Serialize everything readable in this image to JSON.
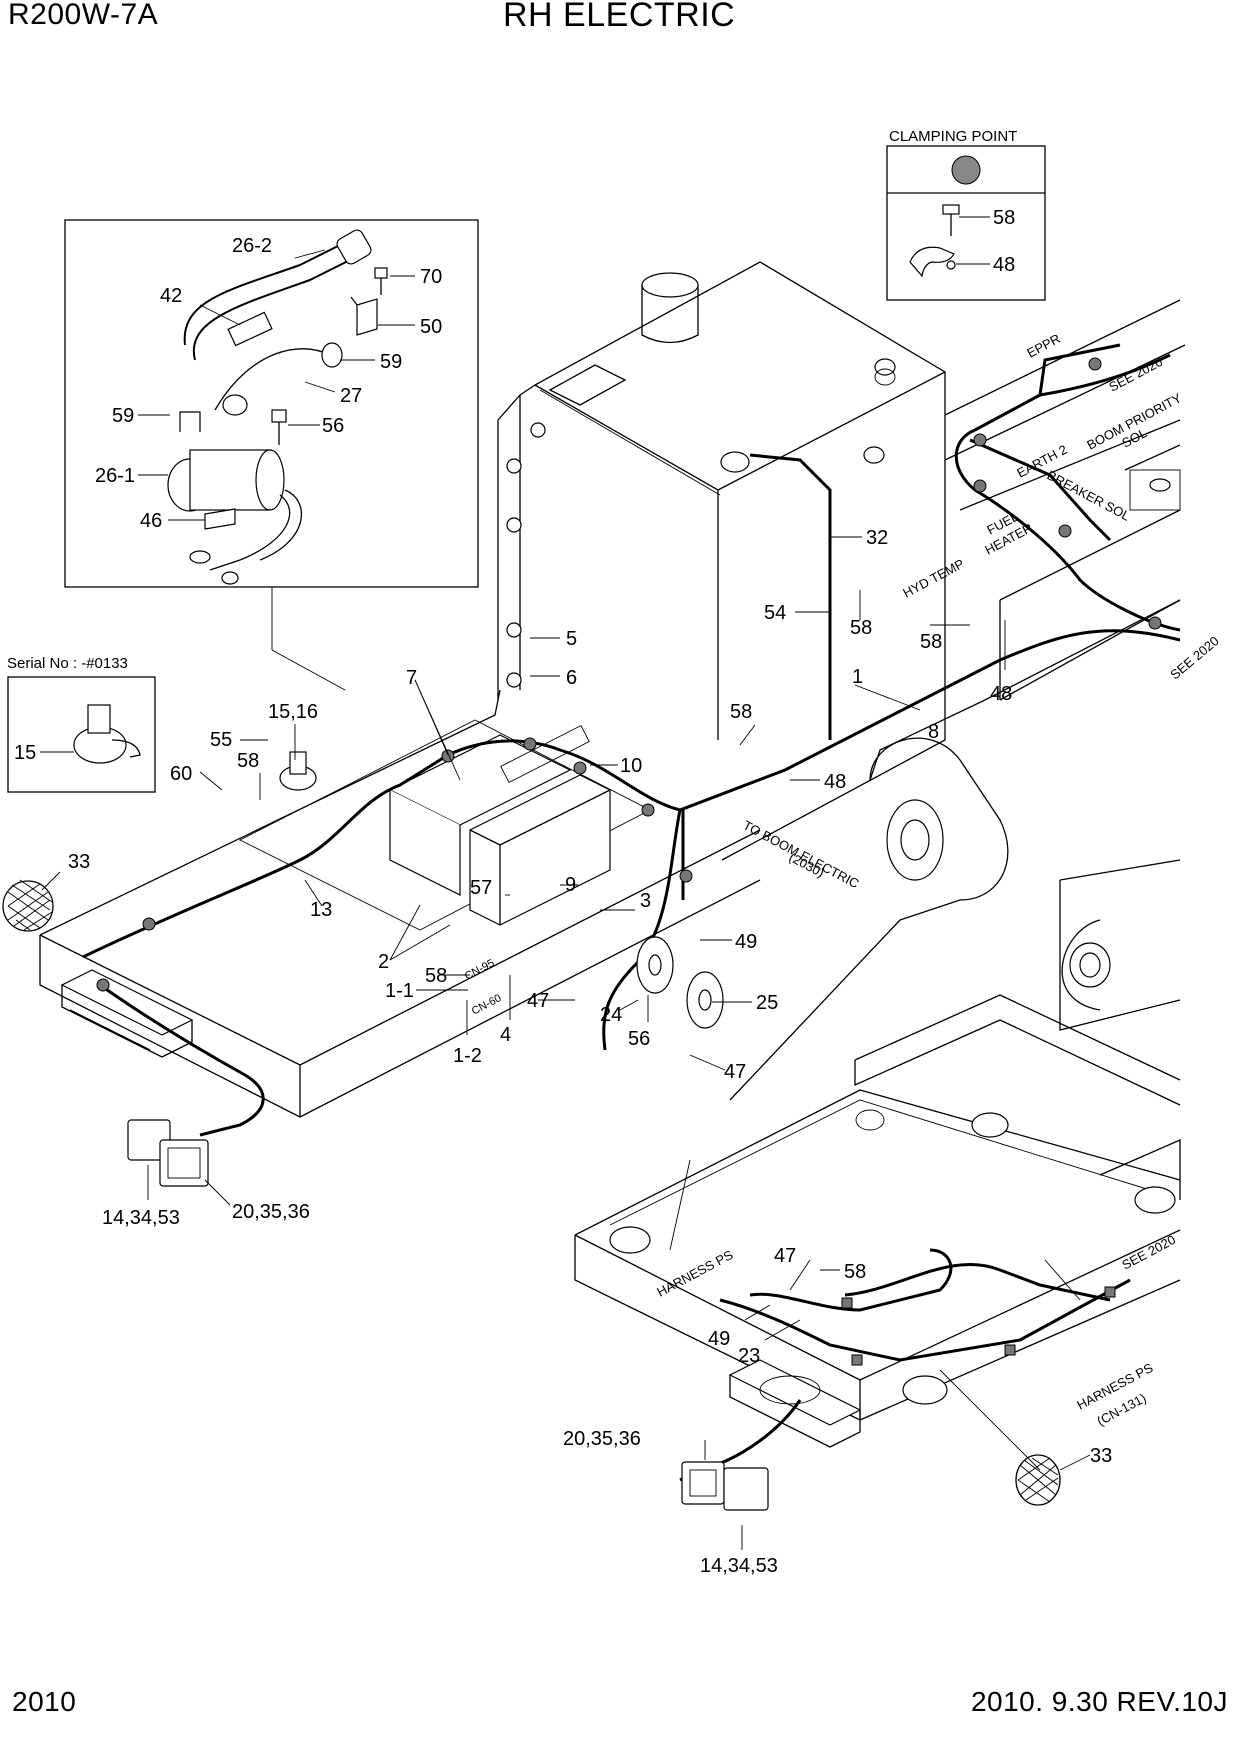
{
  "header": {
    "model": "R200W-7A",
    "title": "RH ELECTRIC"
  },
  "footer": {
    "page": "2010",
    "revision": "2010. 9.30  REV.10J"
  },
  "clamping_point": {
    "title": "CLAMPING POINT",
    "bolt_ref": "58",
    "clamp_ref": "48"
  },
  "serial_box": {
    "text": "Serial No : -#0133",
    "ref": "15"
  },
  "inset_callouts": [
    "26-2",
    "70",
    "42",
    "50",
    "59",
    "27",
    "59",
    "56",
    "26-1",
    "46"
  ],
  "main_callouts": [
    "15,16",
    "55",
    "58",
    "60",
    "33",
    "7",
    "5",
    "6",
    "10",
    "13",
    "57",
    "3",
    "9",
    "2",
    "58",
    "1-1",
    "4",
    "1-2",
    "47",
    "24",
    "56",
    "25",
    "49",
    "47",
    "14,34,53",
    "20,35,36",
    "32",
    "54",
    "58",
    "1",
    "8",
    "58",
    "48",
    "48",
    "58"
  ],
  "lower_callouts": [
    "47",
    "58",
    "49",
    "23",
    "20,35,36",
    "14,34,53",
    "33"
  ],
  "wire_labels": {
    "eppr": "EPPR",
    "see1": "SEE 2020",
    "earth2": "EARTH 2",
    "boom1": "BOOM PRIORITY",
    "boom2": "SOL",
    "breaker": "BREAKER SOL",
    "fuel1": "FUEL",
    "fuel2": "HEATER",
    "hyd": "HYD TEMP",
    "see2": "SEE 2020",
    "boom_elec1": "TO BOOM ELECTRIC",
    "boom_elec2": "(2030)",
    "cn95": "CN-95",
    "cn60": "CN-60",
    "harness1": "HARNESS PS",
    "harness2a": "HARNESS PS",
    "harness2b": "(CN-131)",
    "see3": "SEE 2020"
  }
}
